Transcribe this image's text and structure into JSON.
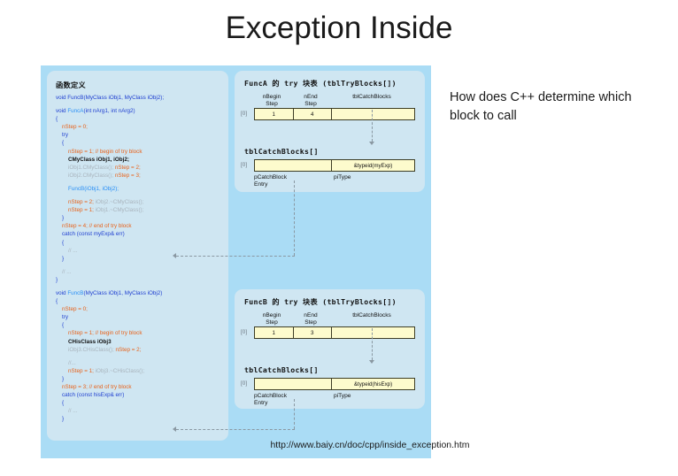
{
  "slide": {
    "title": "Exception Inside",
    "url_footer": "http://www.baiy.cn/doc/cpp/inside_exception.htm",
    "side_note": "How does C++ determine which block to call"
  },
  "code_panel": {
    "title": "函数定义",
    "lines": [
      {
        "t": "decl",
        "text": "void FuncB(MyClass iObj1, MyClass iObj2);"
      },
      {
        "t": "blank"
      },
      {
        "t": "sig",
        "kw": "void ",
        "fn": "FuncA",
        "rest": "(int nArg1, int nArg2)"
      },
      {
        "t": "kw",
        "text": "{"
      },
      {
        "t": "or",
        "text": "    nStep = 0;"
      },
      {
        "t": "kw",
        "text": "    try"
      },
      {
        "t": "kw",
        "text": "    {"
      },
      {
        "t": "or",
        "text": "        nStep = 1; // begin of try block"
      },
      {
        "t": "bk",
        "text": "        CMyClass iObj1, iObj2;"
      },
      {
        "t": "gyor",
        "gy": "        iObj1.CMyClass(); ",
        "or": "nStep = 2;"
      },
      {
        "t": "gyor",
        "gy": "        iObj2.CMyClass(); ",
        "or": "nStep = 3;"
      },
      {
        "t": "blank"
      },
      {
        "t": "fnline",
        "text": "        FuncB(iObj1, iObj2);"
      },
      {
        "t": "blank"
      },
      {
        "t": "orgy",
        "or": "        nStep = 2; ",
        "gy": "iObj2.~CMyClass();"
      },
      {
        "t": "orgy",
        "or": "        nStep = 1; ",
        "gy": "iObj1.~CMyClass();"
      },
      {
        "t": "kw",
        "text": "    }"
      },
      {
        "t": "or",
        "text": "    nStep = 4; // end of try block"
      },
      {
        "t": "kw",
        "text": "    catch (const myExp& err)"
      },
      {
        "t": "kw",
        "text": "    {"
      },
      {
        "t": "gy",
        "text": "        // ..."
      },
      {
        "t": "kw",
        "text": "    }"
      },
      {
        "t": "blank"
      },
      {
        "t": "gy",
        "text": "    // ..."
      },
      {
        "t": "kw",
        "text": "}"
      },
      {
        "t": "blank"
      },
      {
        "t": "sig",
        "kw": "void ",
        "fn": "FuncB",
        "rest": "(MyClass iObj1, MyClass iObj2)"
      },
      {
        "t": "kw",
        "text": "{"
      },
      {
        "t": "or",
        "text": "    nStep = 0;"
      },
      {
        "t": "kw",
        "text": "    try"
      },
      {
        "t": "kw",
        "text": "    {"
      },
      {
        "t": "or",
        "text": "        nStep = 1; // begin of try block"
      },
      {
        "t": "bk",
        "text": "        CHisClass iObj3"
      },
      {
        "t": "gyor",
        "gy": "        iObj3.CHisClass(); ",
        "or": "nStep = 2;"
      },
      {
        "t": "blank"
      },
      {
        "t": "gy",
        "text": "        //..."
      },
      {
        "t": "orgy",
        "or": "        nStep = 1; ",
        "gy": "iObj3.~CHisClass();"
      },
      {
        "t": "kw",
        "text": "    }"
      },
      {
        "t": "or",
        "text": "    nStep = 3; // end of try block"
      },
      {
        "t": "kw",
        "text": "    catch (const hisExp& err)"
      },
      {
        "t": "kw",
        "text": "    {"
      },
      {
        "t": "gy",
        "text": "        // ..."
      },
      {
        "t": "kw",
        "text": "    }"
      }
    ]
  },
  "funca_panel": {
    "title": "FuncA 的 try 块表 (tblTryBlocks[])",
    "columns": [
      "nBegin Step",
      "nEnd Step",
      "tblCatchBlocks"
    ],
    "col_begin": "nBegin",
    "col_begin2": "Step",
    "col_end": "nEnd",
    "col_end2": "Step",
    "col_catch": "tblCatchBlocks",
    "row_index": "[0]",
    "values": [
      "1",
      "4",
      ""
    ],
    "catch_title": "tblCatchBlocks[]",
    "catch_index": "[0]",
    "catch_values": [
      "",
      "&typeid(myExp)"
    ],
    "catch_label_1": "pCatchBlock",
    "catch_label_1b": "Entry",
    "catch_label_2": "piType"
  },
  "funcb_panel": {
    "title": "FuncB 的 try 块表 (tblTryBlocks[])",
    "col_begin": "nBegin",
    "col_begin2": "Step",
    "col_end": "nEnd",
    "col_end2": "Step",
    "col_catch": "tblCatchBlocks",
    "row_index": "[0]",
    "values": [
      "1",
      "3",
      ""
    ],
    "catch_title": "tblCatchBlocks[]",
    "catch_index": "[0]",
    "catch_values": [
      "",
      "&typeid(hisExp)"
    ],
    "catch_label_1": "pCatchBlock",
    "catch_label_1b": "Entry",
    "catch_label_2": "piType"
  },
  "colors": {
    "canvas_bg": "#aadcf5",
    "panel_bg": "#cfe6f2",
    "cell_bg": "#fdfbcd",
    "cell_border": "#3d3d25",
    "keyword": "#1f3fd0",
    "function": "#2a8ff5",
    "orange": "#e8621a",
    "grey": "#a9b4bd",
    "connector": "#8a98a2"
  }
}
